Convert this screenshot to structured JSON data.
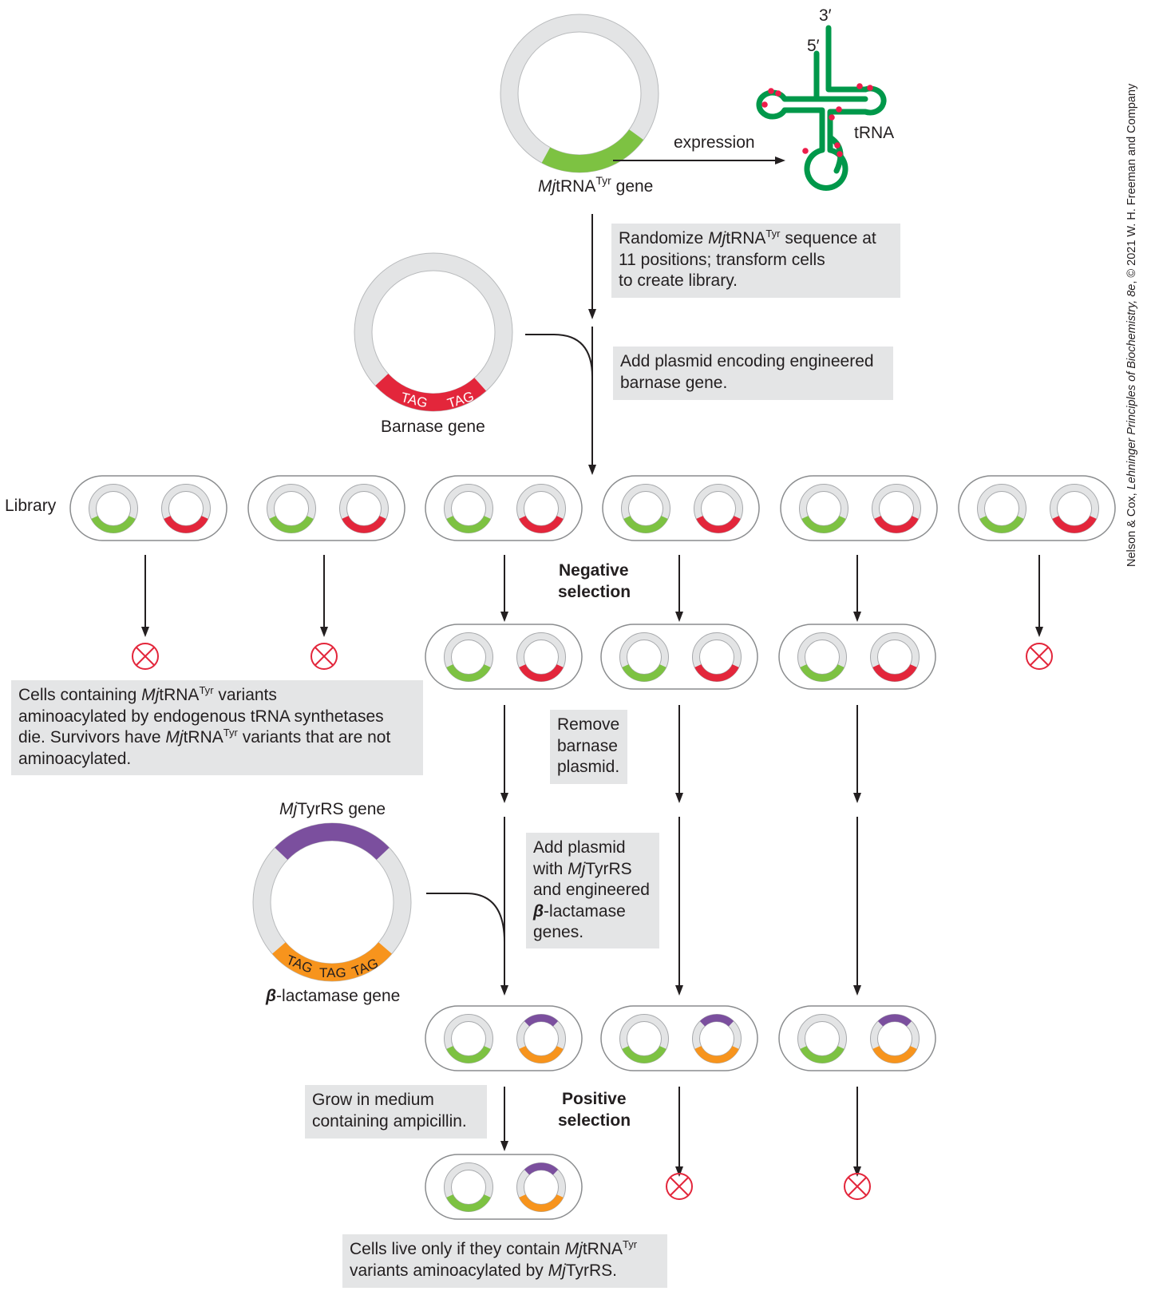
{
  "colors": {
    "plasmid_backbone": "#e3e4e5",
    "trna_gene": "#7dc242",
    "barnase_gene": "#e3263b",
    "tyrrs_gene": "#7b4f9e",
    "lactamase_gene": "#f7941d",
    "trna_structure": "#00984a",
    "trna_dots": "#ed1c4a",
    "dead_cell_mark": "#e3263b",
    "note_box": "#e4e5e6"
  },
  "icons": [
    "plasmid",
    "cell",
    "trna-cloverleaf",
    "dead-cell-icon"
  ],
  "labels": {
    "trna_gene": {
      "italic": "Mj",
      "plain": "tRNA",
      "sup": "Tyr",
      "tail": " gene"
    },
    "expression": "expression",
    "trna": "tRNA",
    "three_prime": "3′",
    "five_prime": "5′",
    "barnase_gene": "Barnase gene",
    "tag": "TAG",
    "library": "Library",
    "negative_selection_line1": "Negative",
    "negative_selection_line2": "selection",
    "positive_selection_line1": "Positive",
    "positive_selection_line2": "selection",
    "tyrrs_gene": {
      "italic": "Mj",
      "plain": "TyrRS gene"
    },
    "lactamase_gene": {
      "italic": "β",
      "plain": "-lactamase gene"
    }
  },
  "notes": {
    "randomize": {
      "line1_pre": "Randomize ",
      "mj": "Mj",
      "trna": "tRNA",
      "sup": "Tyr",
      "line1_post": " sequence at",
      "line2": "11 positions; transform cells",
      "line3": "to create library."
    },
    "add_barnase": {
      "line1": "Add plasmid encoding engineered",
      "line2": "barnase gene."
    },
    "cells_die": {
      "line1_pre": "Cells containing ",
      "mj": "Mj",
      "trna": "tRNA",
      "sup": "Tyr",
      "line1_post": " variants",
      "line2": "aminoacylated by endogenous tRNA synthetases",
      "line3_pre": "die. Survivors have ",
      "line3_post": " variants that are not",
      "line4": "aminoacylated."
    },
    "remove_barnase": {
      "line1": "Remove",
      "line2": "barnase",
      "line3": "plasmid."
    },
    "add_tyrrs": {
      "line1": "Add plasmid",
      "line2_pre": "with ",
      "mj": "Mj",
      "line2_post": "TyrRS",
      "line3": "and engineered",
      "beta": "β",
      "line4_post": "-lactamase",
      "line5": "genes."
    },
    "grow_ampicillin": {
      "line1": "Grow in medium",
      "line2": "containing ampicillin."
    },
    "cells_live": {
      "line1_pre": "Cells live only if they contain ",
      "mj": "Mj",
      "trna": "tRNA",
      "sup": "Tyr",
      "line2_pre": "variants aminoacylated by ",
      "line2_post": "TyrRS."
    }
  },
  "copyright": {
    "authors": "Nelson & Cox, ",
    "book": "Lehninger Principles of Biochemistry",
    "edition": ", 8e",
    "rest": ", © 2021 W. H. Freeman and Company"
  }
}
